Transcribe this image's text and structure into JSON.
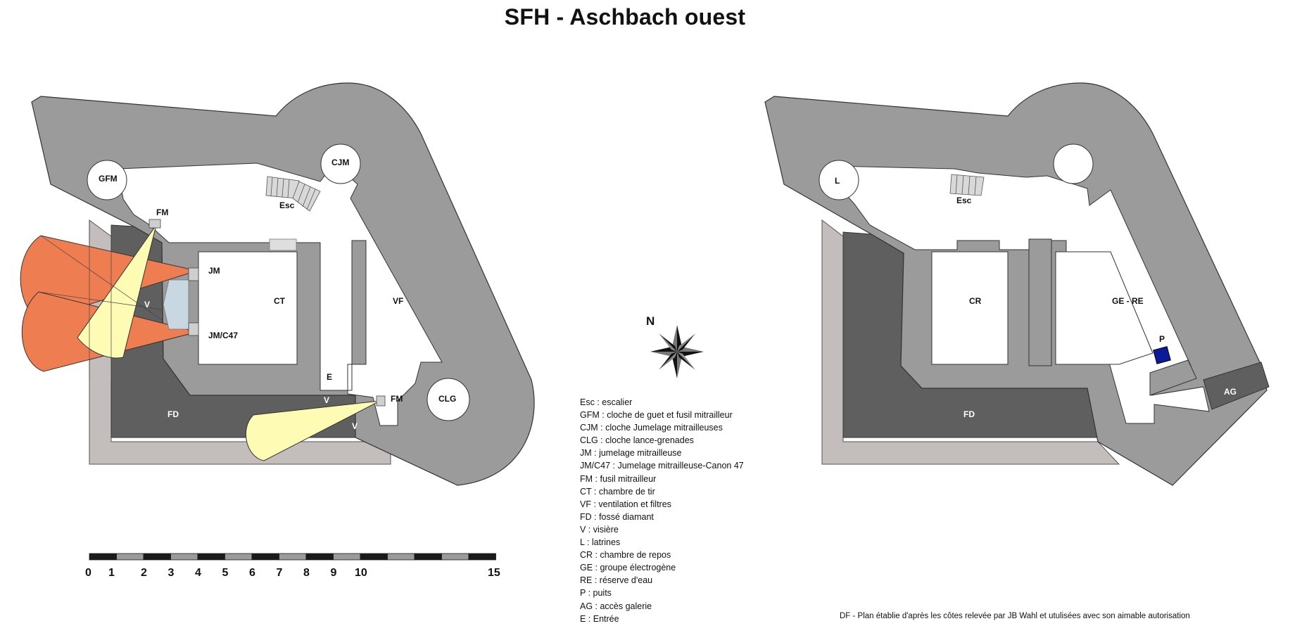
{
  "title": "SFH - Aschbach ouest",
  "north_label": "N",
  "plan_left": {
    "labels": {
      "gfm": "GFM",
      "cjm": "CJM",
      "esc": "Esc",
      "fm_top": "FM",
      "jm": "JM",
      "ct": "CT",
      "vf": "VF",
      "v_left": "V",
      "jmc47": "JM/C47",
      "e": "E",
      "v_mid": "V",
      "fm_bottom": "FM",
      "clg": "CLG",
      "fd": "FD",
      "v_bottom": "V"
    }
  },
  "plan_right": {
    "labels": {
      "l": "L",
      "esc": "Esc",
      "cr": "CR",
      "gere": "GE  - RE",
      "p": "P",
      "ag": "AG",
      "fd": "FD"
    }
  },
  "scale_bar": {
    "ticks": [
      "0",
      "1",
      "2",
      "3",
      "4",
      "5",
      "6",
      "7",
      "8",
      "9",
      "10",
      "15"
    ]
  },
  "legend": [
    "Esc : escalier",
    "GFM : cloche de guet et fusil mitrailleur",
    "CJM : cloche Jumelage mitrailleuses",
    "CLG : cloche lance-grenades",
    "JM : jumelage mitrailleuse",
    "JM/C47 : Jumelage mitrailleuse-Canon 47",
    "FM : fusil mitrailleur",
    "CT : chambre de tir",
    "VF : ventilation et filtres",
    "FD : fossé diamant",
    "V : visière",
    "L : latrines",
    "CR : chambre de repos",
    "GE : groupe électrogène",
    "RE : réserve d'eau",
    "P : puits",
    "AG : accès galerie",
    "E : Entrée"
  ],
  "credit": "DF - Plan établie d'après les côtes relevée par JB Wahl et utulisées avec son aimable autorisation",
  "colors": {
    "concrete": "#9b9b9b",
    "ditch": "#5f5f5f",
    "ground": "#c3bdbb",
    "fire_sector_cannon": "#ef7d52",
    "fire_sector_fm": "#fdfbb4",
    "visor_glass": "#c9d7e3",
    "well": "#0c1a9a"
  }
}
